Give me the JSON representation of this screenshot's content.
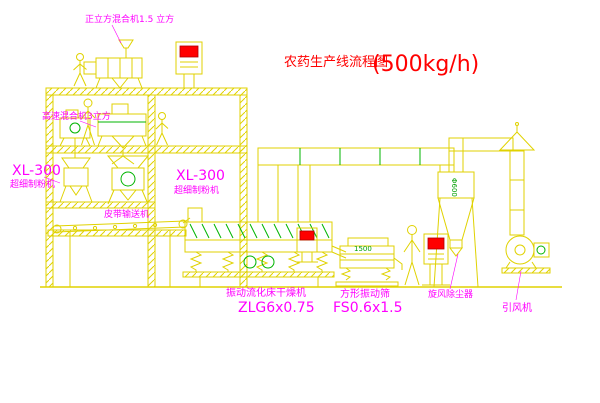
{
  "title": {
    "name": "农药生产线流程图",
    "capacity": "(500kg/h)"
  },
  "labels": {
    "cube_mixer": "正立方混合机1.5 立方",
    "high_speed_mixer": "高速混合机3立方",
    "left_unit_model": "XL-300",
    "left_unit_name": "超细制粉机",
    "center_unit_model": "XL-300",
    "center_unit_name": "超细制粉机",
    "belt_conveyor": "皮带输送机",
    "dryer_name": "振动流化床干燥机",
    "dryer_model": "ZLG6x0.75",
    "screen_name": "方形振动筛",
    "screen_model": "FS0.6x1.5",
    "cyclone": "旋风除尘器",
    "fan": "引风机"
  },
  "annotations": {
    "screen_dim": "1500",
    "duct_dia": "Φ600"
  },
  "colors": {
    "line_yellow": "#e0d200",
    "detail_green": "#00b400",
    "label_magenta": "#ff00ff",
    "title_red": "#ff0000",
    "display_red": "#ff0000",
    "background": "#ffffff"
  }
}
